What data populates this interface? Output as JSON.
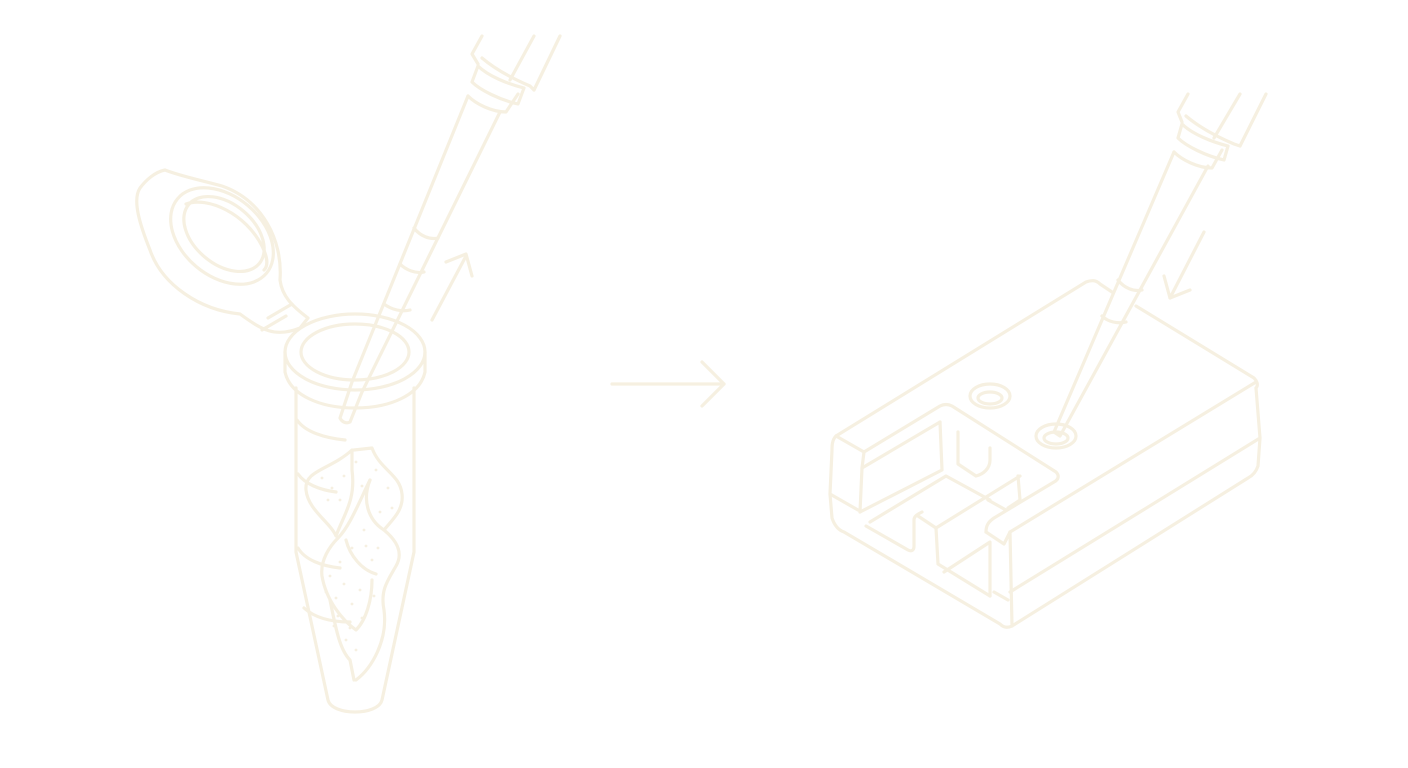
{
  "colors": {
    "line": "#f6f0e1",
    "background": "#ffffff"
  },
  "panels": [
    {
      "name": "microcentrifuge-tube-with-pipette",
      "icon": "tube-pipette-icon",
      "arrow": "upward-draw-arrow"
    },
    {
      "name": "sample-cassette-with-pipette",
      "icon": "cassette-pipette-icon",
      "arrow": "downward-dispense-arrow"
    }
  ],
  "connector": {
    "icon": "right-arrow-icon"
  }
}
